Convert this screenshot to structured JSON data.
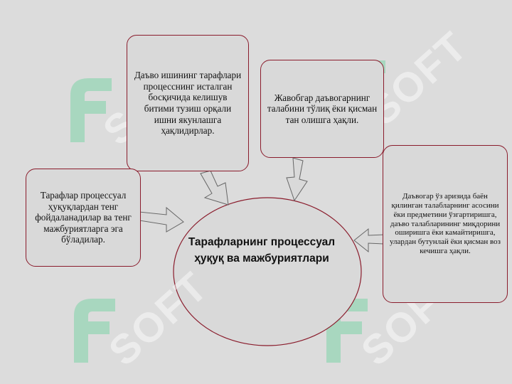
{
  "diagram": {
    "center": {
      "line1": "Тарафларнинг процессуал",
      "line2": "ҳуқуқ ва мажбуриятлари"
    },
    "boxes": {
      "top_left": "Даъво ишининг тарафлари процесснинг исталган босқичида келишув битими тузиш орқали ишни якунлашга ҳақлидирлар.",
      "top_right": "Жавобгар даъвогарнинг талабини тўлиқ ёки қисман тан олишга ҳақли.",
      "left": "Тарафлар процессуал ҳуқуқлардан тенг фойдаланадилар ва тенг мажбуриятларга эга бўладилар.",
      "right": "Даъвогар ўз аризида баён қилинган талабларнинг асосини ёки предметини ўзгартиришга, даъво талабларининг миқдорини оширишга ёки камайтиришга, улардан бутунлай ёки қисман воз кечишга ҳақли."
    },
    "watermark": "SOFT",
    "colors": {
      "border": "#8a1c2c",
      "background": "#dcdcdc",
      "watermark": "#7ed3a8"
    }
  }
}
